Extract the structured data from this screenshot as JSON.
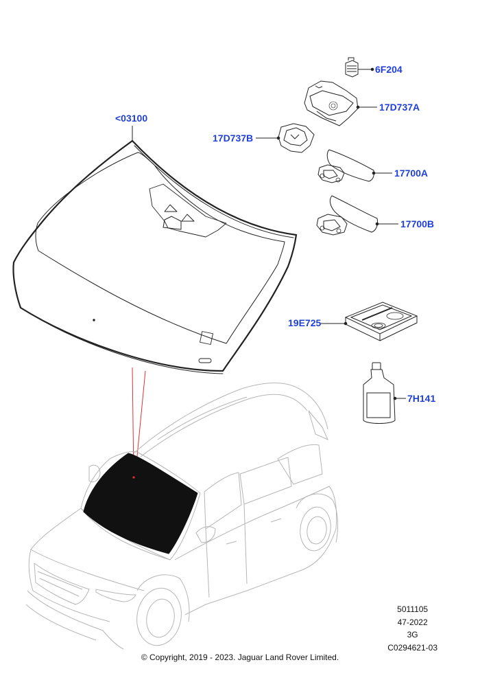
{
  "callouts": [
    {
      "label": "<03100"
    },
    {
      "label": "6F204"
    },
    {
      "label": "17D737A"
    },
    {
      "label": "17D737B"
    },
    {
      "label": "17700A"
    },
    {
      "label": "17700B"
    },
    {
      "label": "19E725"
    },
    {
      "label": "7H141"
    }
  ],
  "info": {
    "line1": "5011105",
    "line2": "47-2022",
    "line3": "3G",
    "line4": "C0294621-03"
  },
  "copyright": "© Copyright, 2019 - 2023. Jaguar Land Rover Limited.",
  "colors": {
    "callout": "#1f3fd6",
    "line": "#222222",
    "leader_red": "#e23030",
    "glass_fill": "#111111"
  }
}
